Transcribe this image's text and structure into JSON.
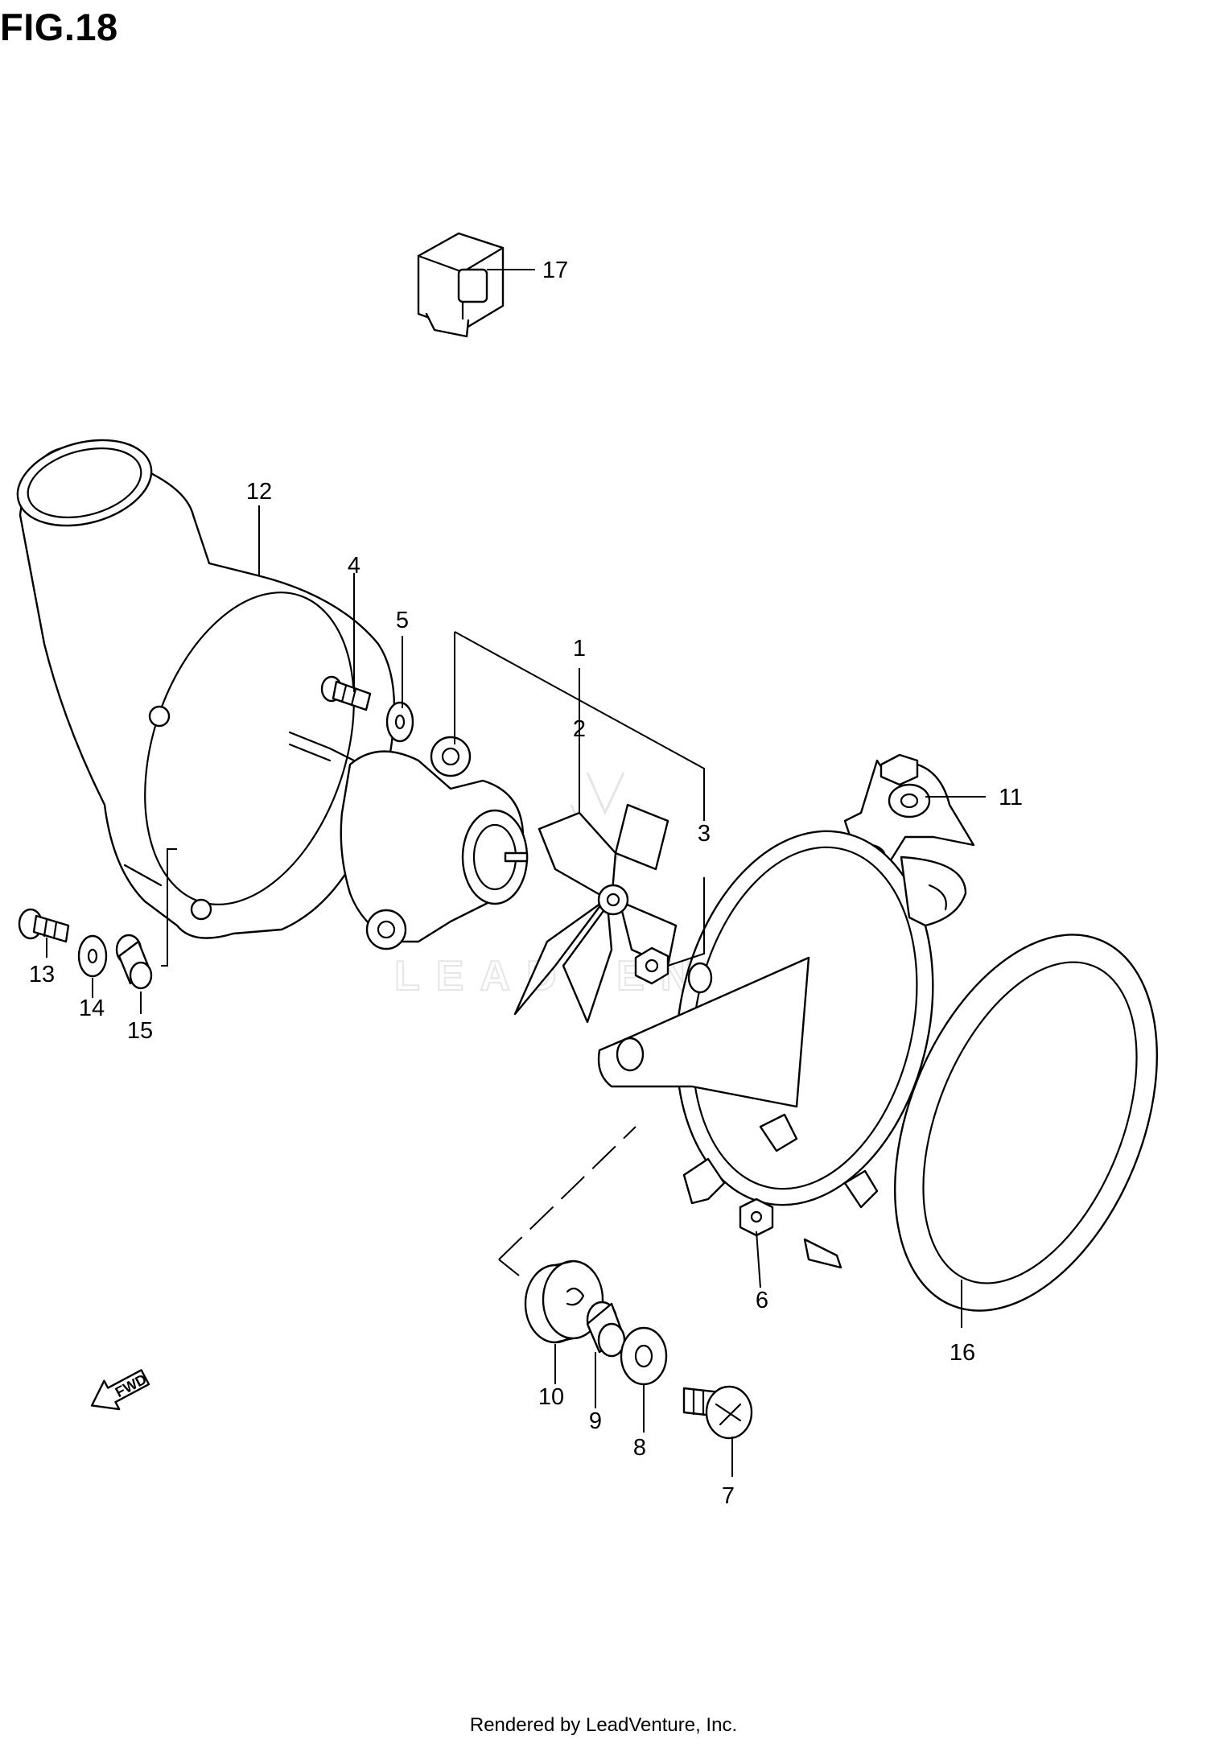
{
  "figure": {
    "title": "FIG.18",
    "footer": "Rendered by LeadVenture, Inc."
  },
  "watermark": {
    "text": "LEADVENTURE"
  },
  "fwd_arrow": {
    "label": "FWD"
  },
  "callouts": [
    {
      "id": "1",
      "label": "1"
    },
    {
      "id": "2",
      "label": "2"
    },
    {
      "id": "3",
      "label": "3"
    },
    {
      "id": "4",
      "label": "4"
    },
    {
      "id": "5",
      "label": "5"
    },
    {
      "id": "6",
      "label": "6"
    },
    {
      "id": "7",
      "label": "7"
    },
    {
      "id": "8",
      "label": "8"
    },
    {
      "id": "9",
      "label": "9"
    },
    {
      "id": "10",
      "label": "10"
    },
    {
      "id": "11",
      "label": "11"
    },
    {
      "id": "12",
      "label": "12"
    },
    {
      "id": "13",
      "label": "13"
    },
    {
      "id": "14",
      "label": "14"
    },
    {
      "id": "15",
      "label": "15"
    },
    {
      "id": "16",
      "label": "16"
    },
    {
      "id": "17",
      "label": "17"
    }
  ],
  "colors": {
    "line": "#000000",
    "background": "#ffffff",
    "watermark": "#e6e6e6"
  }
}
